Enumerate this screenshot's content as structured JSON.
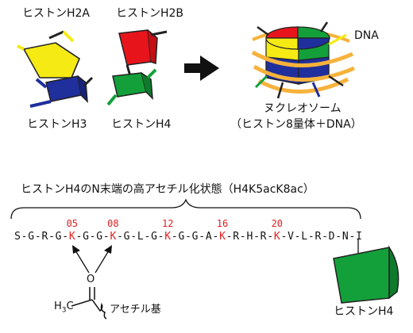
{
  "labels": {
    "h2a": "ヒストンH2A",
    "h2b": "ヒストンH2B",
    "h3": "ヒストンH3",
    "h4": "ヒストンH4",
    "dna": "DNA",
    "nucleosome_line1": "ヌクレオソーム",
    "nucleosome_line2": "（ヒストン8量体＋DNA）",
    "section_title": "ヒストンH4のN末端の高アセチル化状態（H4K5acK8ac）",
    "acetyl_group": "アセチル基",
    "h4_bottom": "ヒストンH4",
    "oxygen": "O",
    "methyl": "H",
    "methyl_sub": "3",
    "methyl_c": "C"
  },
  "sequence": {
    "residues": [
      "S",
      "G",
      "R",
      "G",
      "K",
      "G",
      "G",
      "K",
      "G",
      "L",
      "G",
      "K",
      "G",
      "G",
      "A",
      "K",
      "R",
      "H",
      "R",
      "K",
      "V",
      "L",
      "R",
      "D",
      "N",
      "I"
    ],
    "acetylated_positions": [
      4,
      7
    ],
    "lysine_positions": [
      4,
      7,
      11,
      15,
      19
    ],
    "position_labels": [
      "05",
      "08",
      "12",
      "16",
      "20"
    ]
  },
  "colors": {
    "h2a": "#f5ea14",
    "h2b": "#e8141c",
    "h3": "#1f2f9b",
    "h4": "#13a03a",
    "dna": "#f7b23b",
    "highlight": "#e02020",
    "text": "#111111"
  }
}
